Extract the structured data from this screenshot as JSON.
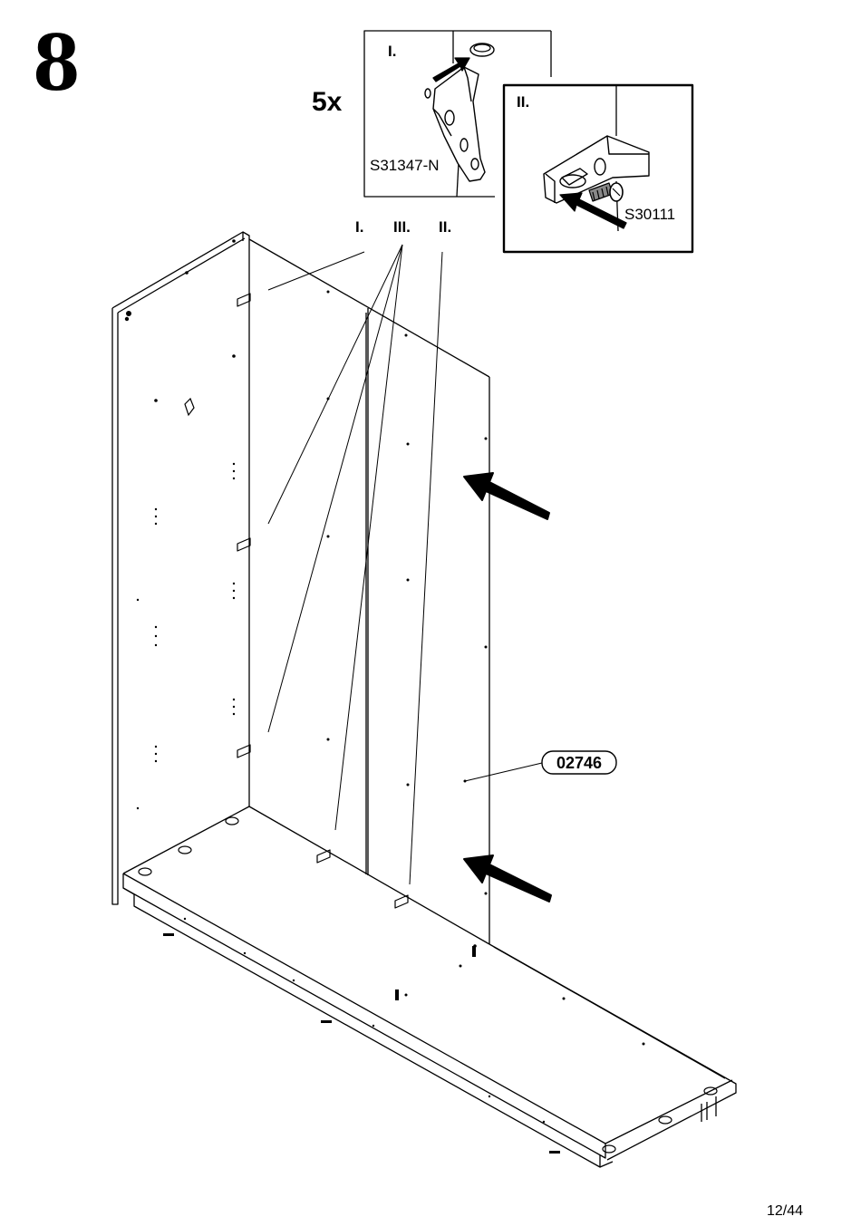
{
  "step": {
    "number": "8",
    "quantity": "5x"
  },
  "detail_one": {
    "label": "I.",
    "part_code": "S31347-N"
  },
  "detail_two": {
    "label": "II.",
    "part_code": "S30111"
  },
  "callouts": {
    "one": "I.",
    "three": "III.",
    "two": "II."
  },
  "panel_code": "02746",
  "footer": {
    "page": "12/44"
  }
}
